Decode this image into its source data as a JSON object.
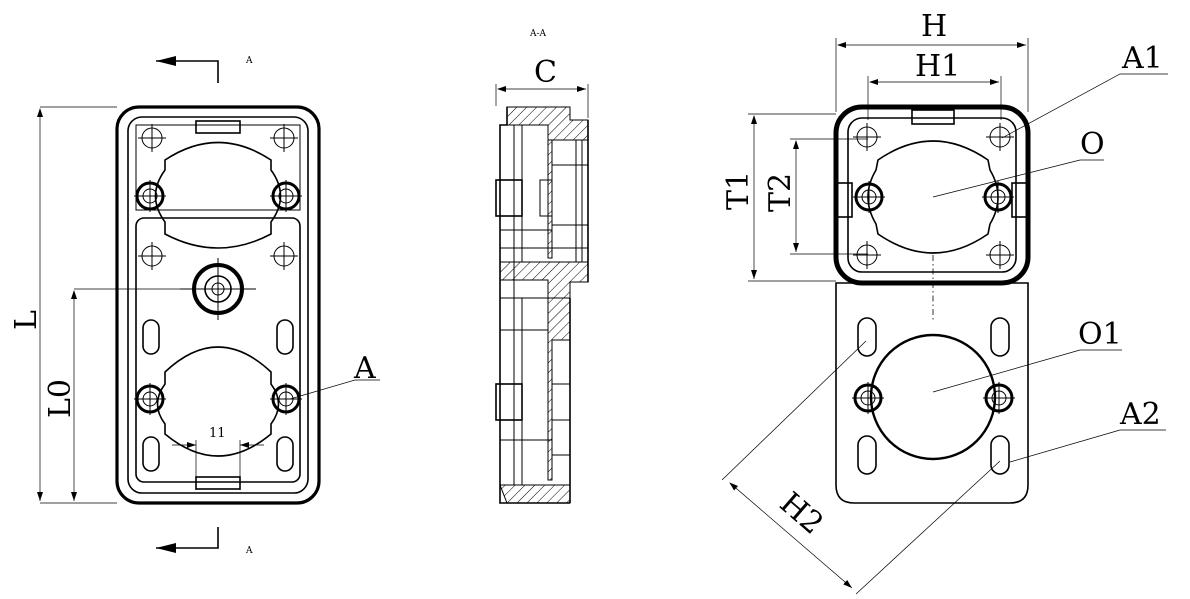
{
  "front_view": {
    "section_mark_top": "A",
    "section_mark_bottom": "A",
    "dim_L": "L",
    "dim_L0": "L0",
    "dim_11": "11",
    "callout_A": "A"
  },
  "section_view": {
    "title": "A-A",
    "dim_C": "C"
  },
  "right_view": {
    "dim_H": "H",
    "dim_H1": "H1",
    "dim_T1": "T1",
    "dim_T2": "T2",
    "dim_H2": "H2",
    "callout_A1": "A1",
    "callout_O": "O",
    "callout_O1": "O1",
    "callout_A2": "A2"
  }
}
